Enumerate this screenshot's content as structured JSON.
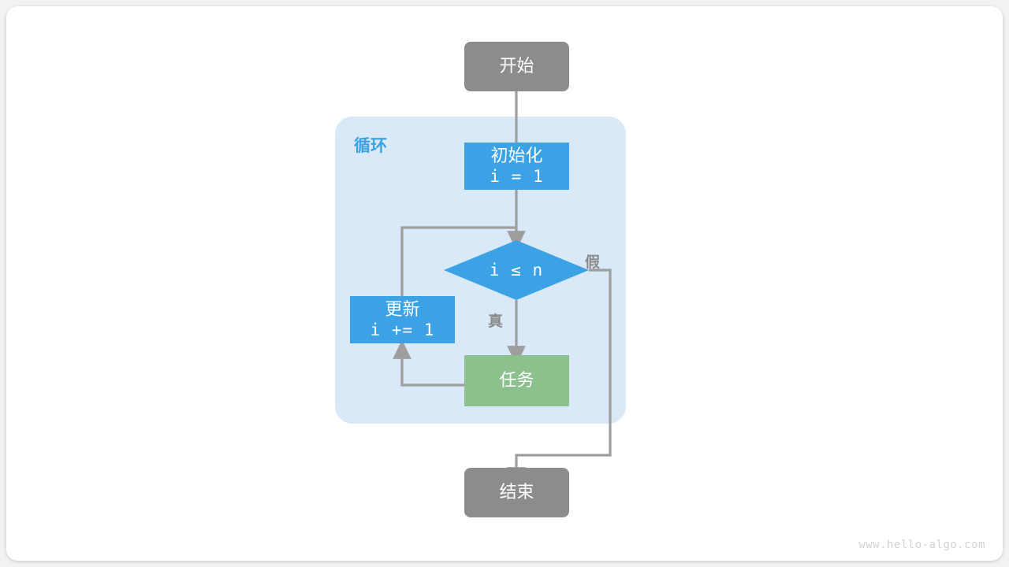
{
  "page": {
    "background": "#f2f2f2",
    "card_background": "#ffffff",
    "watermark": "www.hello-algo.com"
  },
  "palette": {
    "terminal": "#8c8c8c",
    "process_blue": "#3BA2E6",
    "task_green": "#8cc08c",
    "group_fill": "#d9e9f7",
    "group_label": "#3BA2E6",
    "edge": "#9e9e9e",
    "node_text": "#ffffff",
    "branch_text": "#8a8a8a"
  },
  "diagram": {
    "type": "flowchart",
    "title": "",
    "group": {
      "label": "循环",
      "name": "loop-group"
    },
    "nodes": [
      {
        "id": "start",
        "shape": "rounded-rect",
        "label_primary": "开始",
        "label_secondary": "",
        "fill": "#8c8c8c"
      },
      {
        "id": "init",
        "shape": "rect",
        "label_primary": "初始化",
        "label_secondary": "i = 1",
        "fill": "#3BA2E6"
      },
      {
        "id": "cond",
        "shape": "diamond",
        "label_primary": "",
        "label_secondary": "i ≤ n",
        "fill": "#3BA2E6"
      },
      {
        "id": "update",
        "shape": "rect",
        "label_primary": "更新",
        "label_secondary": "i += 1",
        "fill": "#3BA2E6"
      },
      {
        "id": "task",
        "shape": "rect",
        "label_primary": "任务",
        "label_secondary": "",
        "fill": "#8cc08c"
      },
      {
        "id": "end",
        "shape": "rounded-rect",
        "label_primary": "结束",
        "label_secondary": "",
        "fill": "#8c8c8c"
      }
    ],
    "edges": [
      {
        "from": "start",
        "to": "init",
        "label": ""
      },
      {
        "from": "init",
        "to": "cond",
        "label": ""
      },
      {
        "from": "cond",
        "to": "task",
        "label": "真"
      },
      {
        "from": "cond",
        "to": "end",
        "label": "假"
      },
      {
        "from": "task",
        "to": "update",
        "label": ""
      },
      {
        "from": "update",
        "to": "cond",
        "label": ""
      }
    ],
    "branch_labels": {
      "true": "真",
      "false": "假"
    }
  }
}
